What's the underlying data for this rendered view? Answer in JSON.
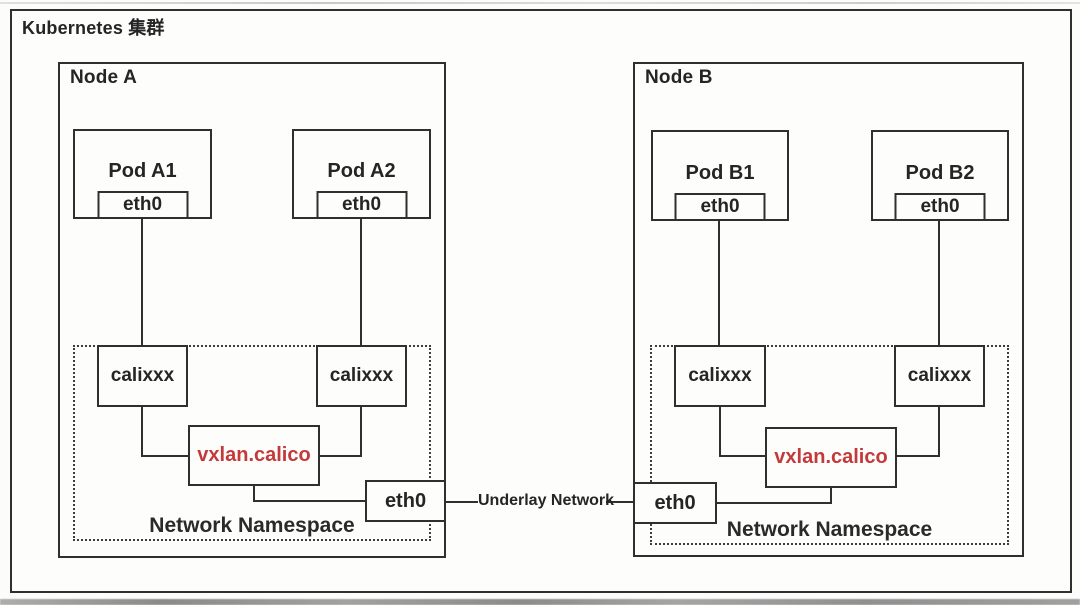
{
  "diagram": {
    "title": "Kubernetes 集群",
    "underlay": {
      "label": "Underlay Network"
    },
    "colors": {
      "line": "#2f2f2f",
      "vxlan_text": "#c43a3a",
      "background": "#fcfcfb"
    },
    "nodes": [
      {
        "label": "Node A",
        "pods": [
          {
            "label": "Pod A1",
            "iface": "eth0"
          },
          {
            "label": "Pod A2",
            "iface": "eth0"
          }
        ],
        "veths": [
          "calixxx",
          "calixxx"
        ],
        "vxlan": "vxlan.calico",
        "node_iface": "eth0",
        "namespace_label": "Network Namespace"
      },
      {
        "label": "Node B",
        "pods": [
          {
            "label": "Pod B1",
            "iface": "eth0"
          },
          {
            "label": "Pod B2",
            "iface": "eth0"
          }
        ],
        "veths": [
          "calixxx",
          "calixxx"
        ],
        "vxlan": "vxlan.calico",
        "node_iface": "eth0",
        "namespace_label": "Network Namespace"
      }
    ]
  }
}
